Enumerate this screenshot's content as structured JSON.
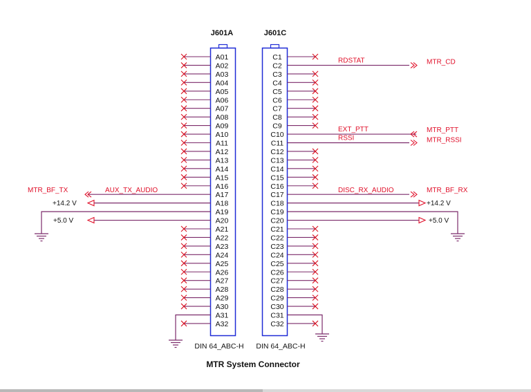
{
  "colors": {
    "wire": "#7b2a6a",
    "net_label": "#e0102a",
    "component": "#1f2bd6",
    "no_connect": "#d81020",
    "text": "#111111"
  },
  "connectors": {
    "left": {
      "ref": "J601A",
      "part": "DIN 64_ABC-H",
      "pins": [
        "A01",
        "A02",
        "A03",
        "A04",
        "A05",
        "A06",
        "A07",
        "A08",
        "A09",
        "A10",
        "A11",
        "A12",
        "A13",
        "A14",
        "A15",
        "A16",
        "A17",
        "A18",
        "A19",
        "A20",
        "A21",
        "A22",
        "A23",
        "A24",
        "A25",
        "A26",
        "A27",
        "A28",
        "A29",
        "A30",
        "A31",
        "A32"
      ]
    },
    "right": {
      "ref": "J601C",
      "part": "DIN 64_ABC-H",
      "pins": [
        "C1",
        "C2",
        "C3",
        "C4",
        "C5",
        "C6",
        "C7",
        "C8",
        "C9",
        "C10",
        "C11",
        "C12",
        "C13",
        "C14",
        "C15",
        "C16",
        "C17",
        "C18",
        "C19",
        "C20",
        "C21",
        "C22",
        "C23",
        "C24",
        "C25",
        "C26",
        "C27",
        "C28",
        "C29",
        "C30",
        "C31",
        "C32"
      ]
    }
  },
  "nets": {
    "rdstat": "RDSTAT",
    "mtr_cd": "MTR_CD",
    "ext_ptt": "EXT_PTT",
    "mtr_ptt": "MTR_PTT",
    "rssi": "RSSI",
    "mtr_rssi": "MTR_RSSI",
    "disc_rx_audio": "DISC_RX_AUDIO",
    "mtr_bf_rx": "MTR_BF_RX",
    "mtr_bf_tx": "MTR_BF_TX",
    "aux_tx_audio": "AUX_TX_AUDIO",
    "v14_left": "+14.2 V",
    "v5_left": "+5.0 V",
    "v14_right": "+14.2 V",
    "v5_right": "+5.0 V"
  },
  "caption": "MTR System Connector"
}
